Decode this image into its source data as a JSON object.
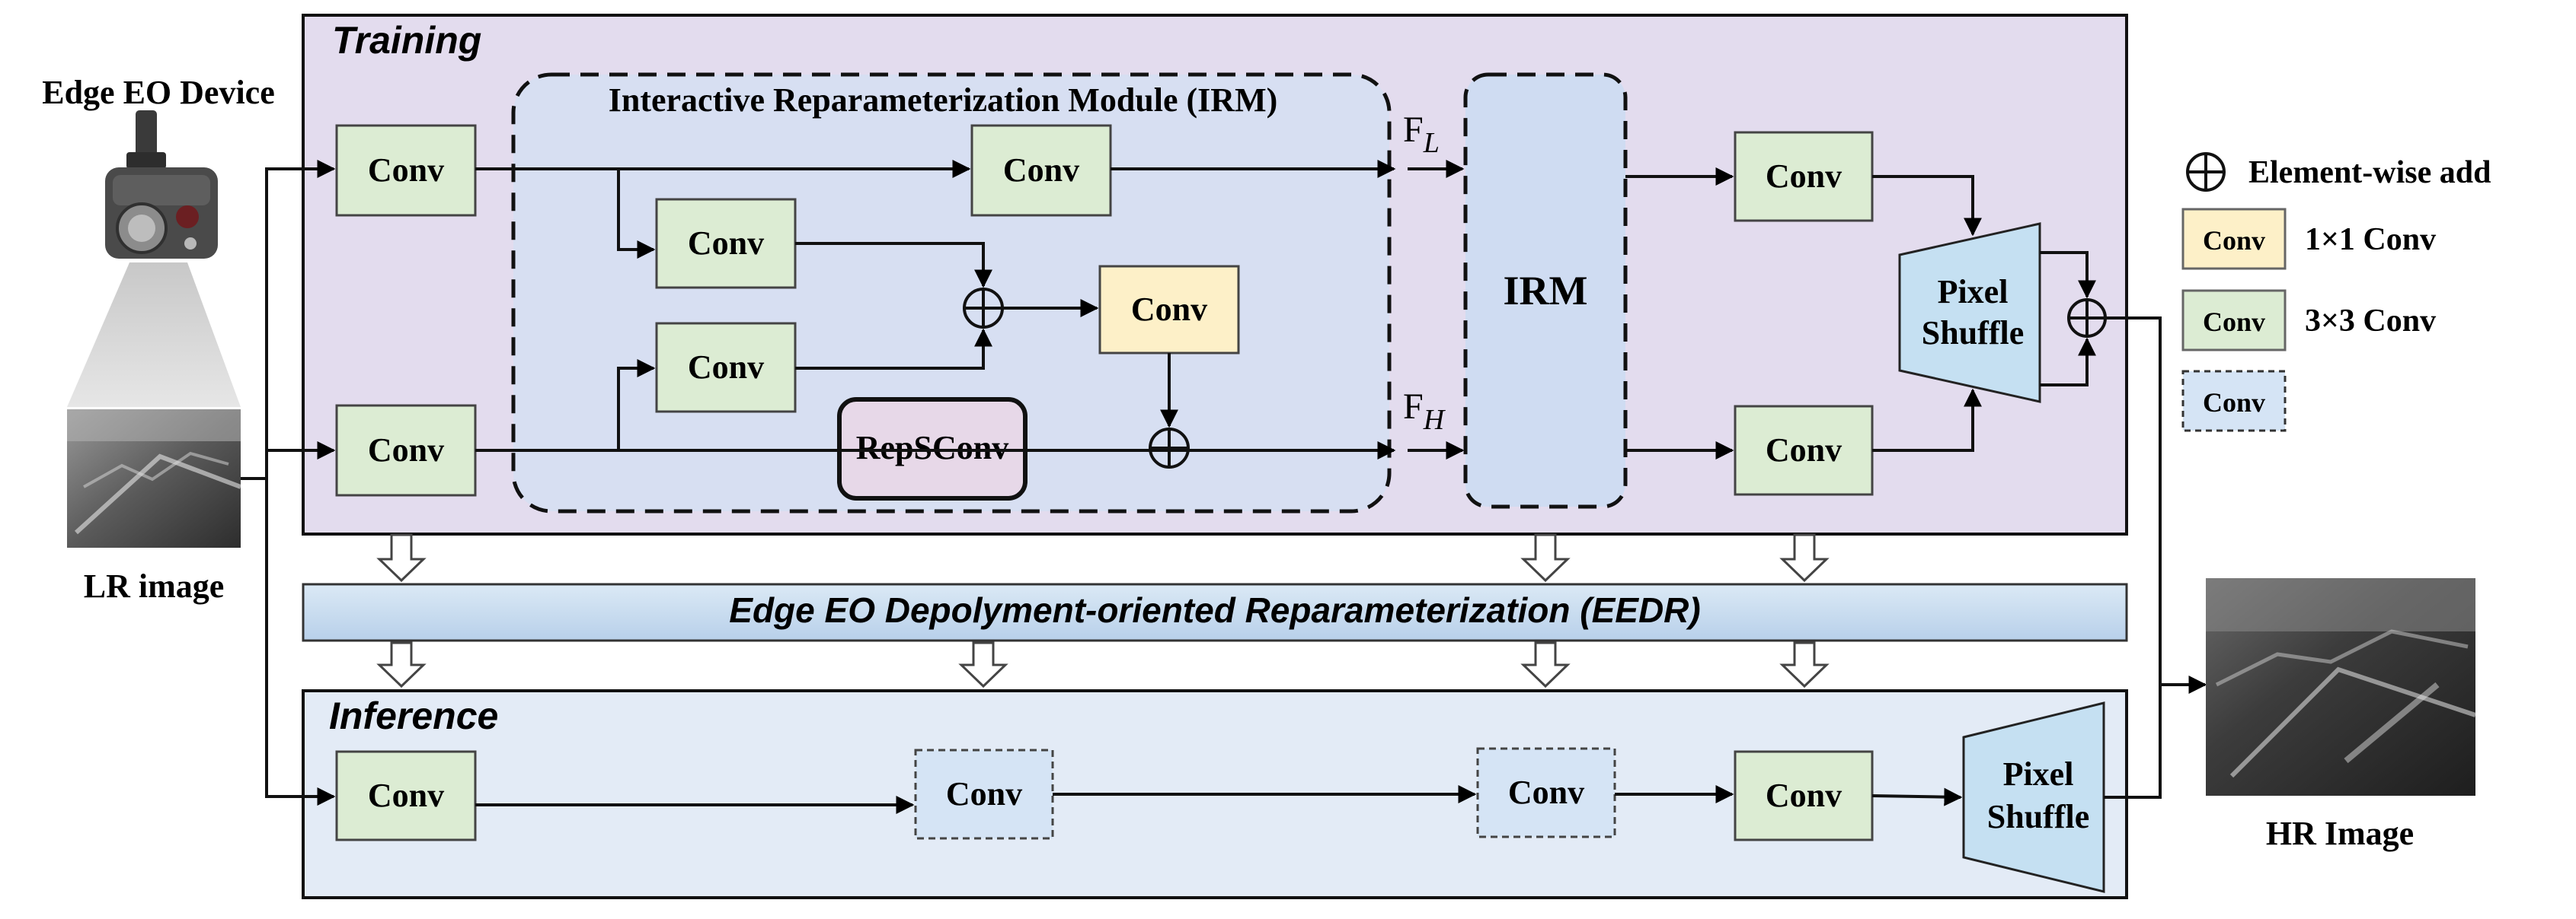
{
  "device": {
    "title": "Edge EO Device",
    "lr_label": "LR image",
    "hr_label": "HR Image"
  },
  "training": {
    "title": "Training",
    "irm_module_title": "Interactive Reparameterization Module (IRM)",
    "conv": "Conv",
    "repsconv": "RepSConv",
    "irm": "IRM",
    "f_low": "F",
    "f_low_sub": "L",
    "f_high": "F",
    "f_high_sub": "H",
    "pixel_shuffle_1": "Pixel",
    "pixel_shuffle_2": "Shuffle"
  },
  "eedr": {
    "title": "Edge EO Depolyment-oriented Reparameterization (EEDR)"
  },
  "inference": {
    "title": "Inference",
    "conv": "Conv",
    "pixel_shuffle_1": "Pixel",
    "pixel_shuffle_2": "Shuffle"
  },
  "legend": {
    "add_symbol": "⊕",
    "add_label": "Element-wise add",
    "conv1_text": "Conv",
    "conv1_label": "1×1 Conv",
    "conv3_text": "Conv",
    "conv3_label": "3×3 Conv",
    "conv_dashed_text": "Conv"
  },
  "colors": {
    "training_bg": "#e3dcef",
    "irm_module_bg": "#d7dff2",
    "irm_block_bg": "#cfdcf2",
    "inference_bg": "#e3ebf6",
    "eedr_gradient_top": "#d3e4f2",
    "eedr_gradient_bottom": "#bcd3ea",
    "conv3_fill": "#dcecd3",
    "conv3_stroke": "#567a46",
    "conv1_fill": "#fdf0c8",
    "conv1_stroke": "#a89858",
    "repsconv_fill": "#e7d8e8",
    "pixel_shuffle_fill": "#c5e0f2",
    "dashed_conv_fill": "#d5e4f5"
  }
}
